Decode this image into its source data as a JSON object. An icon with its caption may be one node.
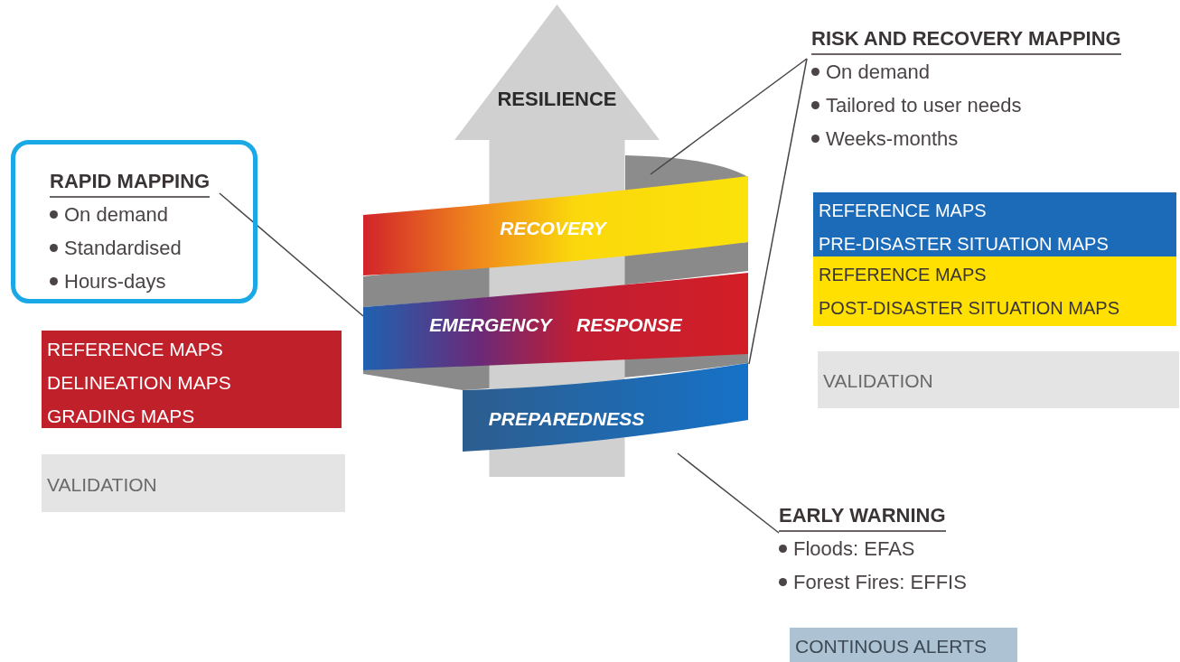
{
  "diagram": {
    "nodes": [
      {
        "text": [
          "RESILIENCE"
        ]
      },
      {
        "text": [
          "RECOVERY"
        ]
      },
      {
        "text": [
          "EMERGENCY RESPONSE"
        ]
      },
      {
        "text": [
          "PREPAREDNESS"
        ]
      },
      {
        "text": [
          "RAPID MAPPING",
          "On demand",
          "Standardised",
          "Hours-days"
        ]
      },
      {
        "text": [
          "REFERENCE MAPS",
          "DELINEATION MAPS",
          "GRADING MAPS"
        ]
      },
      {
        "text": [
          "VALIDATION"
        ]
      },
      {
        "text": [
          "RISK AND RECOVERY MAPPING",
          "On demand",
          "Tailored to user needs",
          "Weeks-months"
        ]
      },
      {
        "text": [
          "REFERENCE MAPS",
          "PRE-DISASTER SITUATION MAPS"
        ]
      },
      {
        "text": [
          "REFERENCE MAPS",
          "POST-DISASTER SITUATION MAPS"
        ]
      },
      {
        "text": [
          "VALIDATION"
        ]
      },
      {
        "text": [
          "EARLY WARNING",
          "Floods: EFAS",
          "Forest Fires: EFFIS"
        ]
      },
      {
        "text": [
          "CONTINOUS ALERTS"
        ]
      }
    ],
    "edges": [
      {
        "from": 4,
        "to": 2,
        "arrow": "none"
      },
      {
        "from": 7,
        "to": 1,
        "arrow": "none"
      },
      {
        "from": 7,
        "to": 2,
        "arrow": "none"
      },
      {
        "from": 11,
        "to": 3,
        "arrow": "none"
      }
    ]
  }
}
